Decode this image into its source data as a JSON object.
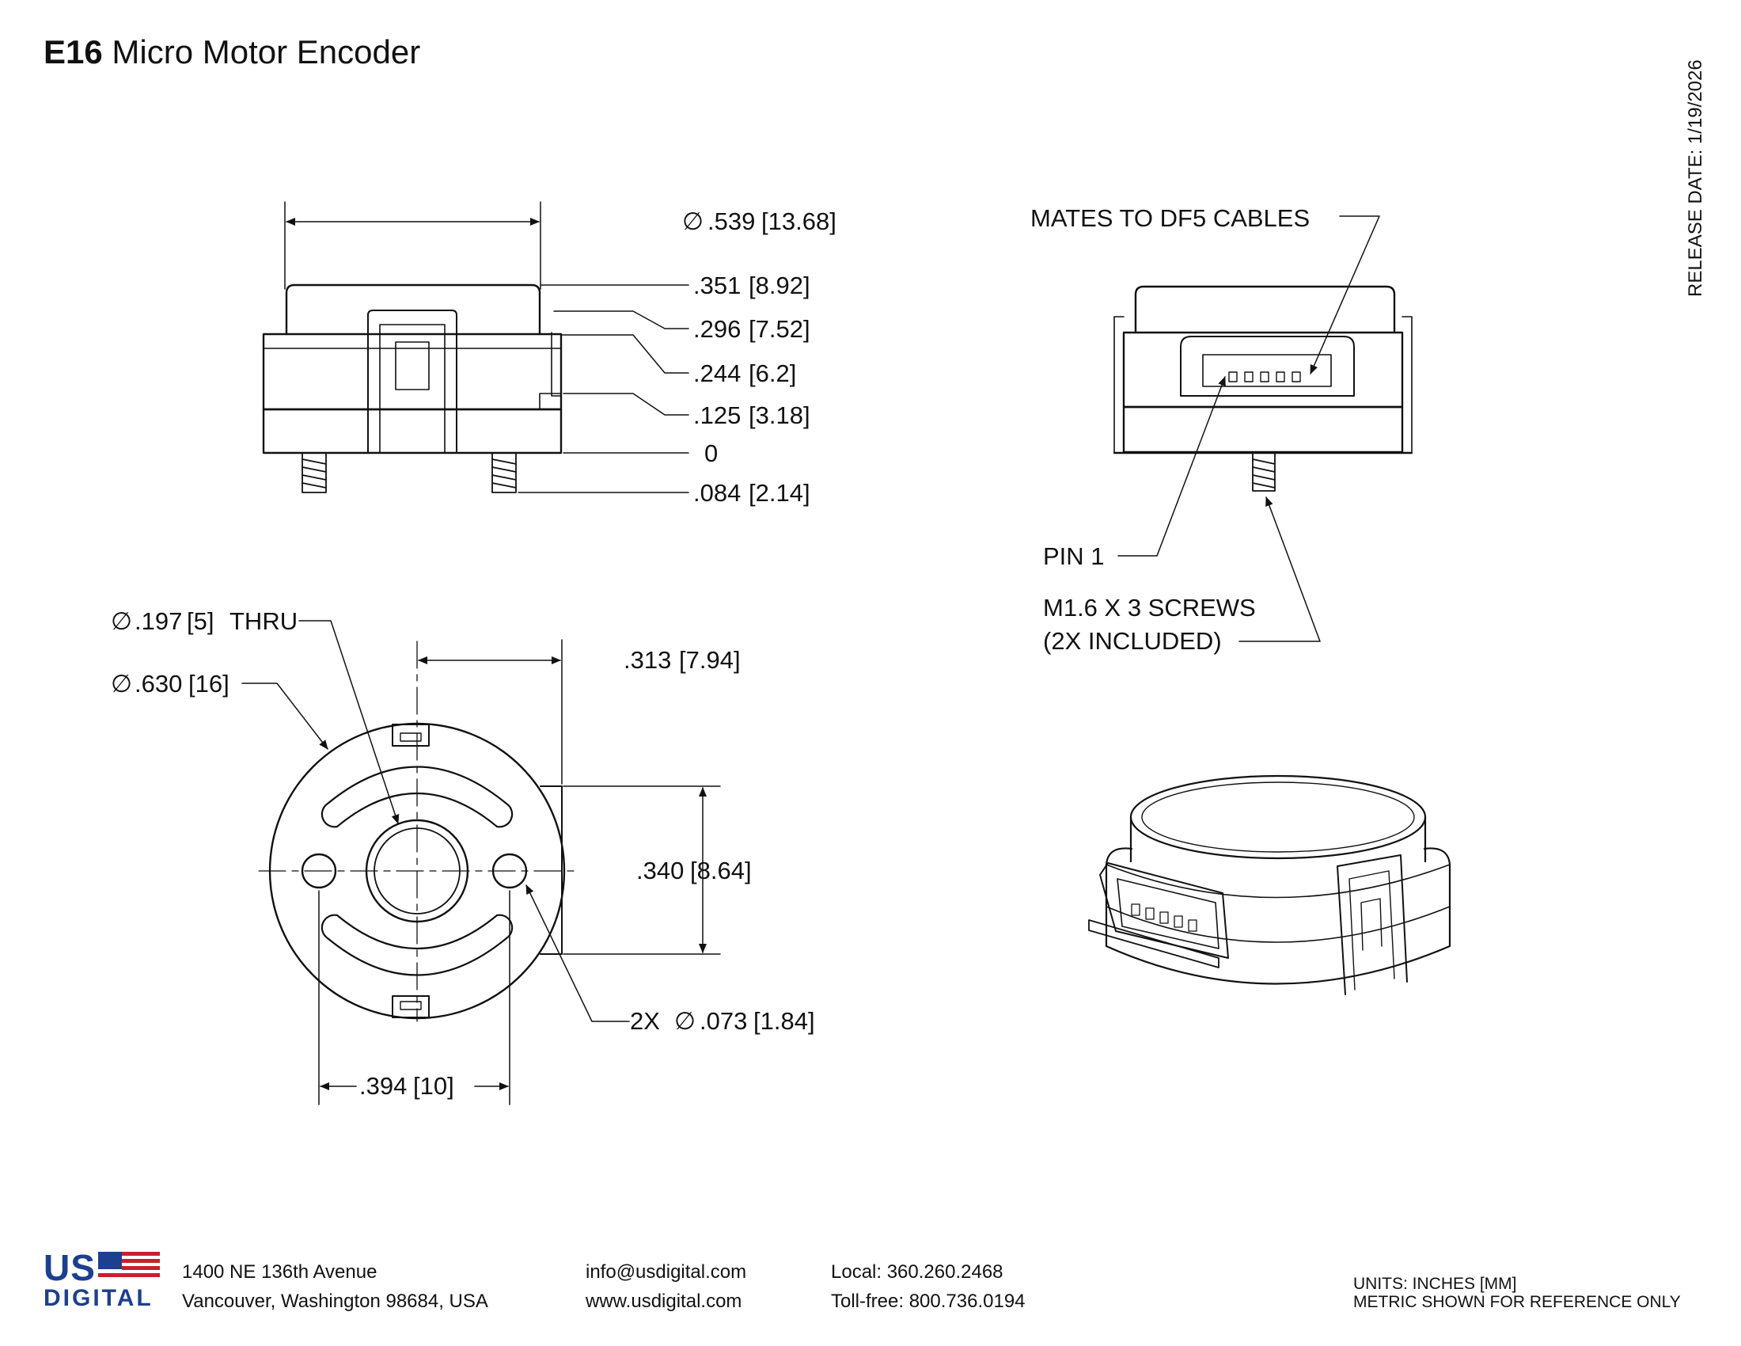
{
  "title": {
    "bold": "E16",
    "rest": " Micro Motor Encoder"
  },
  "release_date": "RELEASE DATE: 1/19/2026",
  "dimensions": {
    "diam_539": {
      "value": ".539",
      "metric": "13.68"
    },
    "h_351": {
      "value": ".351",
      "metric": "8.92"
    },
    "h_296": {
      "value": ".296",
      "metric": "7.52"
    },
    "h_244": {
      "value": ".244",
      "metric": "6.2"
    },
    "h_125": {
      "value": ".125",
      "metric": "3.18"
    },
    "h_0": {
      "value": "0"
    },
    "h_084": {
      "value": ".084",
      "metric": "2.14"
    },
    "diam_197": {
      "value": ".197",
      "metric": "5",
      "suffix": "THRU"
    },
    "diam_630": {
      "value": ".630",
      "metric": "16"
    },
    "w_313": {
      "value": ".313",
      "metric": "7.94"
    },
    "h_340": {
      "value": ".340",
      "metric": "8.64"
    },
    "diam_073": {
      "prefix": "2X",
      "value": ".073",
      "metric": "1.84"
    },
    "w_394": {
      "value": ".394",
      "metric": "10"
    }
  },
  "callouts": {
    "mates": "MATES TO DF5 CABLES",
    "pin1": "PIN 1",
    "screws_line1": "M1.6 X 3 SCREWS",
    "screws_line2": "(2X INCLUDED)"
  },
  "footer": {
    "logo_top": "US",
    "logo_bottom": "DIGITAL",
    "address_line1": "1400 NE 136th Avenue",
    "address_line2": "Vancouver, Washington 98684, USA",
    "email": "info@usdigital.com",
    "web": "www.usdigital.com",
    "local": "Local: 360.260.2468",
    "tollfree": "Toll-free: 800.736.0194",
    "units_line1": "UNITS: INCHES [MM]",
    "units_line2": "METRIC SHOWN FOR REFERENCE ONLY"
  },
  "colors": {
    "ink": "#111111",
    "logo_blue": "#1d3f8f",
    "logo_red": "#c8202f"
  }
}
